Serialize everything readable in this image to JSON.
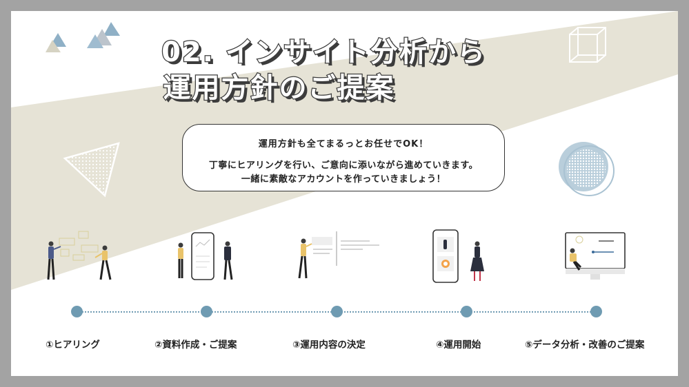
{
  "title": {
    "line1": "02. インサイト分析から",
    "line2": "運用方針のご提案"
  },
  "bubble": {
    "headline": "運用方針も全てまるっとお任せでOK！",
    "body_line1": "丁寧にヒアリングを行い、ご意向に添いながら進めていきます。",
    "body_line2": "一緒に素敵なアカウントを作っていきましょう！"
  },
  "colors": {
    "frame": "#a3a3a3",
    "band": "#e6e3d6",
    "accent_blue": "#6f9bb2",
    "text_dark": "#222222"
  },
  "steps": [
    {
      "label": "①ヒアリング",
      "illustration": "hearing-illustration"
    },
    {
      "label": "②資料作成・ご提案",
      "illustration": "proposal-illustration"
    },
    {
      "label": "③運用内容の決定",
      "illustration": "decision-illustration"
    },
    {
      "label": "④運用開始",
      "illustration": "launch-illustration"
    },
    {
      "label": "⑤データ分析・改善のご提案",
      "illustration": "analysis-illustration"
    }
  ]
}
